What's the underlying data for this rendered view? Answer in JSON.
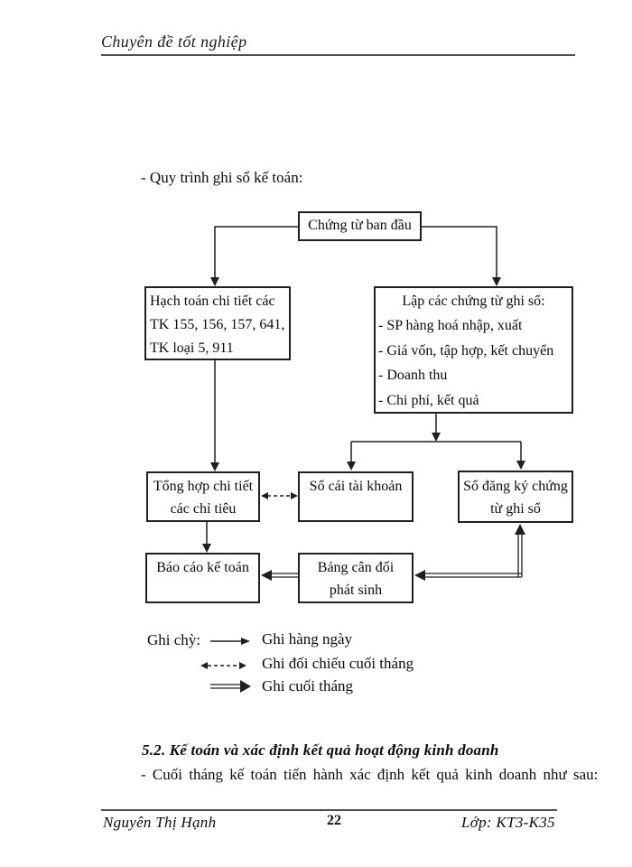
{
  "header": {
    "title": "Chuyên đề tốt nghiệp"
  },
  "intro_line": "- Quy trình ghi sổ kế toán:",
  "flowchart": {
    "boxes": {
      "chung_tu": {
        "label": "Chứng từ ban đầu"
      },
      "hach_toan": {
        "lines": [
          "Hạch toán chi tiết các",
          "TK 155, 156, 157, 641,",
          "TK loại 5, 911"
        ]
      },
      "lap_cac": {
        "title": "Lập các chứng từ ghi sổ:",
        "items": [
          "- SP hàng hoá nhập, xuất",
          "- Giá vốn, tập hợp, kết chuyển",
          "- Doanh thu",
          "- Chi phí, kết quả"
        ]
      },
      "tong_hop": {
        "lines": [
          "Tổng hợp chi tiết",
          "các chỉ tiêu"
        ]
      },
      "so_cai": {
        "label": "Sổ cái tài khoản"
      },
      "so_dang_ky": {
        "lines": [
          "Sổ đăng ký chứng",
          "từ ghi sổ"
        ]
      },
      "bao_cao": {
        "label": "Báo cáo kế toán"
      },
      "bang_can_doi": {
        "lines": [
          "Bảng cân đối",
          "phát sinh"
        ]
      }
    },
    "legend": {
      "label": "Ghi chỳ:",
      "entries": [
        {
          "arrow": "solid-arrow",
          "text": "Ghi hàng ngày"
        },
        {
          "arrow": "dashed-double-headed-arrow",
          "text": "Ghi đối chiếu cuối tháng"
        },
        {
          "arrow": "double-line-arrow",
          "text": "Ghi cuối tháng"
        }
      ]
    }
  },
  "section_heading": "5.2. Kế toán và xác định kết quả hoạt động kinh doanh",
  "paragraph": "- Cuối tháng kế toán tiến hành xác định kết quả kinh doanh như sau:",
  "footer": {
    "author": "Nguyên Thị Hạnh",
    "page_number": "22",
    "class_label": "Lớp: KT3-K35"
  },
  "colors": {
    "ink": "#111111",
    "line": "#1f1f1f",
    "rule": "#4d4d4d",
    "background": "#ffffff"
  }
}
